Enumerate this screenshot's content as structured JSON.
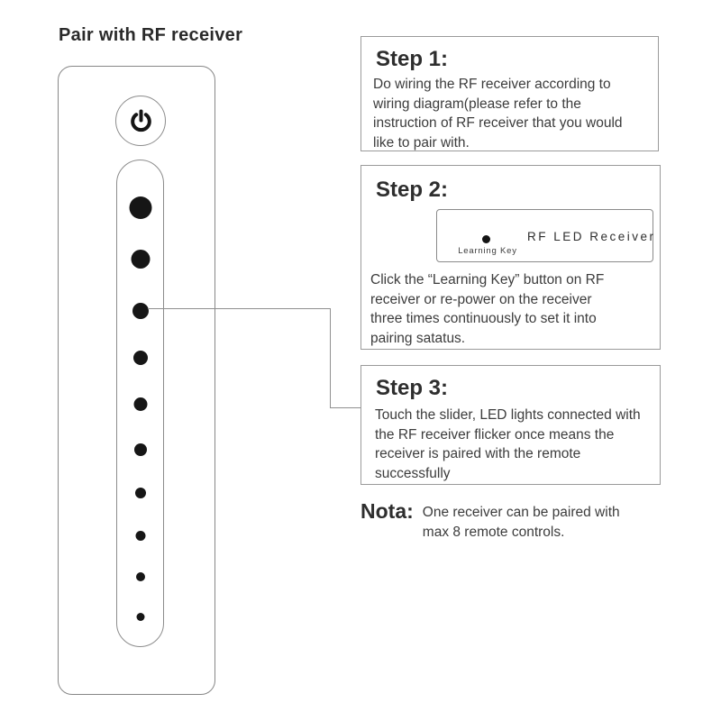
{
  "page": {
    "title": "Pair with RF receiver"
  },
  "remote": {
    "power_icon": "power-symbol",
    "slider_dot_count": 10
  },
  "steps": [
    {
      "heading": "Step 1:",
      "body": "Do wiring the RF receiver according to\nwiring diagram(please refer to the\ninstruction of RF receiver that you would\nlike to pair with."
    },
    {
      "heading": "Step 2:",
      "body": "Click the “Learning Key” button on RF\nreceiver or re-power on the receiver\nthree times continuously to set it into\npairing satatus.",
      "receiver": {
        "label": "RF LED Receiver",
        "key_label": "Learning Key"
      }
    },
    {
      "heading": "Step 3:",
      "body": "Touch the slider, LED lights connected with\nthe RF receiver flicker once means the\nreceiver is paired with the remote\nsuccessfully"
    }
  ],
  "note": {
    "label": "Nota:",
    "body": "One receiver can be paired with\nmax 8 remote controls."
  }
}
